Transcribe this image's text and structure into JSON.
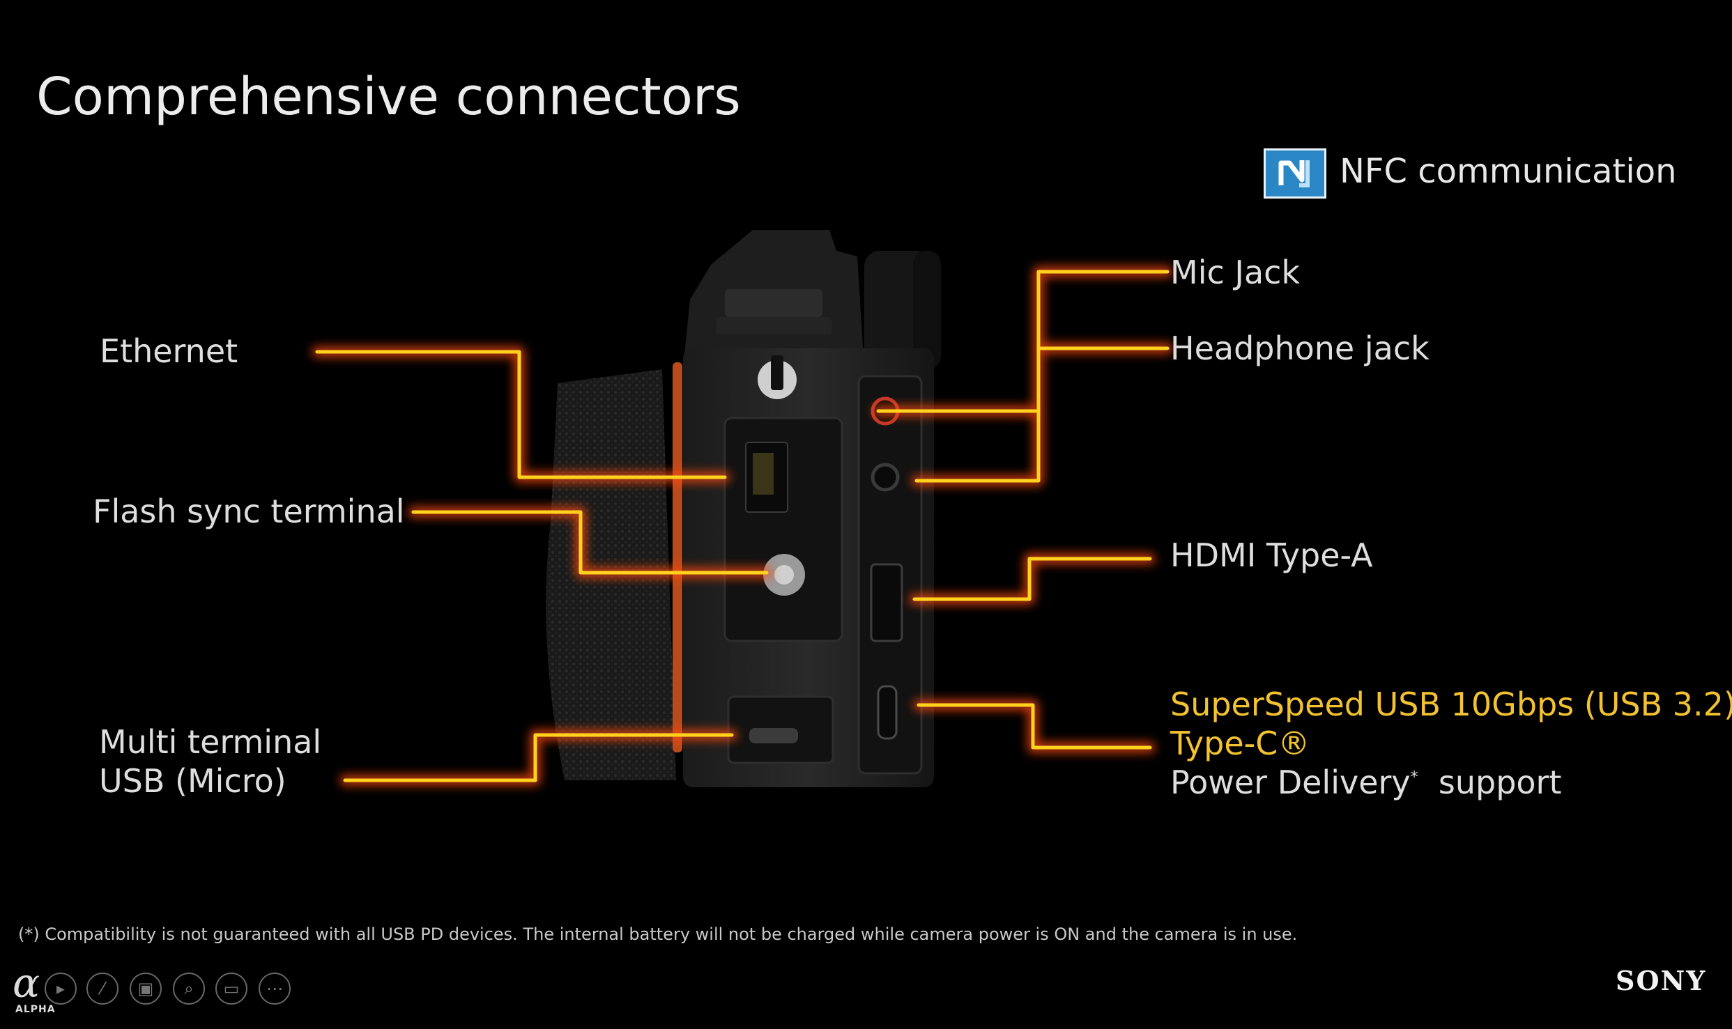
{
  "slide": {
    "title": "Comprehensive connectors",
    "footnote": "(*) Compatibility is not guaranteed with all USB PD devices. The internal battery will not be charged while camera power is ON and the camera is in use."
  },
  "nfc": {
    "label": "NFC communication",
    "icon": "nfc-n-mark-icon",
    "color": "#2a86c4"
  },
  "labels": {
    "ethernet": "Ethernet",
    "flash_sync": "Flash sync terminal",
    "multi_terminal_line1": "Multi terminal",
    "multi_terminal_line2": "USB (Micro)",
    "mic_jack": "Mic Jack",
    "headphone_jack": "Headphone jack",
    "hdmi": "HDMI Type-A",
    "usb_line1": "SuperSpeed USB 10Gbps (USB 3.2)",
    "usb_line2": "Type-C®",
    "usb_line3_a": "Power Delivery",
    "usb_line3_star": "*",
    "usb_line3_b": "support"
  },
  "colors": {
    "callout_line": "#ffd21e",
    "callout_glow": "#ff4a10",
    "highlight_text": "#f2c230",
    "background": "#000000"
  },
  "brand": {
    "logo": "SONY",
    "alpha_symbol": "α",
    "alpha_text": "ALPHA"
  },
  "toolbar": {
    "buttons": [
      {
        "name": "play-next",
        "glyph": "▸",
        "icon": "play-icon"
      },
      {
        "name": "pen",
        "glyph": "⁄",
        "icon": "pen-icon"
      },
      {
        "name": "slides",
        "glyph": "▣",
        "icon": "slides-icon"
      },
      {
        "name": "zoom",
        "glyph": "⌕",
        "icon": "zoom-icon"
      },
      {
        "name": "subtitles",
        "glyph": "▭",
        "icon": "subtitles-icon"
      },
      {
        "name": "more",
        "glyph": "⋯",
        "icon": "more-icon"
      }
    ]
  }
}
